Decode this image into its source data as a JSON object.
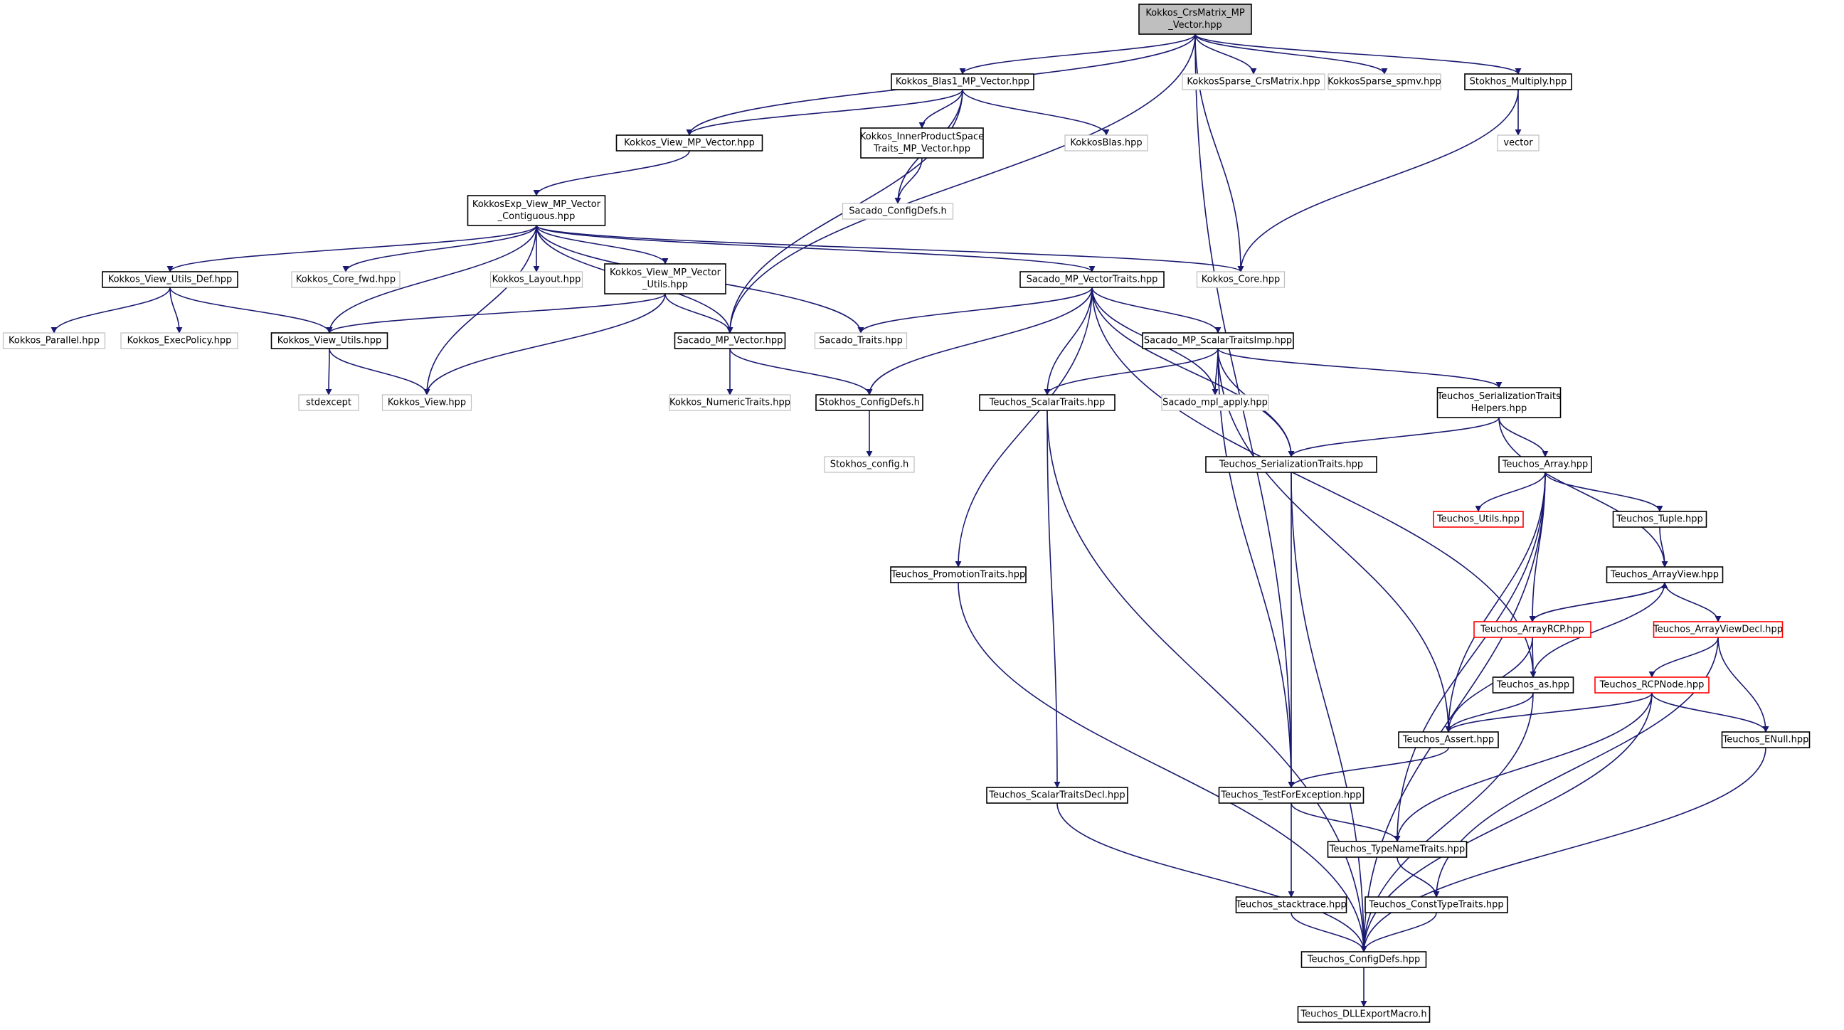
{
  "graph": {
    "edge_color": "#191970",
    "root_fill": "#bfbfbf",
    "missing_stroke": "#bfbfbf",
    "truncated_stroke": "#ff0000",
    "nodes": [
      {
        "id": "root",
        "lines": [
          "Kokkos_CrsMatrix_MP",
          "_Vector.hpp"
        ],
        "style": "root"
      },
      {
        "id": "blas1",
        "lines": [
          "Kokkos_Blas1_MP_Vector.hpp"
        ],
        "style": "black"
      },
      {
        "id": "ksCrs",
        "lines": [
          "KokkosSparse_CrsMatrix.hpp"
        ],
        "style": "gray"
      },
      {
        "id": "ksSpmv",
        "lines": [
          "KokkosSparse_spmv.hpp"
        ],
        "style": "gray"
      },
      {
        "id": "stokMult",
        "lines": [
          "Stokhos_Multiply.hpp"
        ],
        "style": "black"
      },
      {
        "id": "kvmp",
        "lines": [
          "Kokkos_View_MP_Vector.hpp"
        ],
        "style": "black"
      },
      {
        "id": "innerProd",
        "lines": [
          "Kokkos_InnerProductSpace",
          "Traits_MP_Vector.hpp"
        ],
        "style": "black"
      },
      {
        "id": "kokBlas",
        "lines": [
          "KokkosBlas.hpp"
        ],
        "style": "gray"
      },
      {
        "id": "vector",
        "lines": [
          "vector"
        ],
        "style": "gray"
      },
      {
        "id": "sacCfg",
        "lines": [
          "Sacado_ConfigDefs.h"
        ],
        "style": "gray"
      },
      {
        "id": "kexp",
        "lines": [
          "KokkosExp_View_MP_Vector",
          "_Contiguous.hpp"
        ],
        "style": "black"
      },
      {
        "id": "kvud",
        "lines": [
          "Kokkos_View_Utils_Def.hpp"
        ],
        "style": "black"
      },
      {
        "id": "kcfwd",
        "lines": [
          "Kokkos_Core_fwd.hpp"
        ],
        "style": "gray"
      },
      {
        "id": "klayout",
        "lines": [
          "Kokkos_Layout.hpp"
        ],
        "style": "gray"
      },
      {
        "id": "kvmpu",
        "lines": [
          "Kokkos_View_MP_Vector",
          "_Utils.hpp"
        ],
        "style": "black"
      },
      {
        "id": "smpvt",
        "lines": [
          "Sacado_MP_VectorTraits.hpp"
        ],
        "style": "black"
      },
      {
        "id": "kcore",
        "lines": [
          "Kokkos_Core.hpp"
        ],
        "style": "gray"
      },
      {
        "id": "kpar",
        "lines": [
          "Kokkos_Parallel.hpp"
        ],
        "style": "gray"
      },
      {
        "id": "kexecp",
        "lines": [
          "Kokkos_ExecPolicy.hpp"
        ],
        "style": "gray"
      },
      {
        "id": "kvu",
        "lines": [
          "Kokkos_View_Utils.hpp"
        ],
        "style": "black"
      },
      {
        "id": "smpv",
        "lines": [
          "Sacado_MP_Vector.hpp"
        ],
        "style": "black"
      },
      {
        "id": "sTraits",
        "lines": [
          "Sacado_Traits.hpp"
        ],
        "style": "gray"
      },
      {
        "id": "smpst",
        "lines": [
          "Sacado_MP_ScalarTraitsImp.hpp"
        ],
        "style": "black"
      },
      {
        "id": "stdexcept",
        "lines": [
          "stdexcept"
        ],
        "style": "gray"
      },
      {
        "id": "kview",
        "lines": [
          "Kokkos_View.hpp"
        ],
        "style": "gray"
      },
      {
        "id": "knt",
        "lines": [
          "Kokkos_NumericTraits.hpp"
        ],
        "style": "gray"
      },
      {
        "id": "stokCfg",
        "lines": [
          "Stokhos_ConfigDefs.h"
        ],
        "style": "black"
      },
      {
        "id": "tst",
        "lines": [
          "Teuchos_ScalarTraits.hpp"
        ],
        "style": "black"
      },
      {
        "id": "smpl",
        "lines": [
          "Sacado_mpl_apply.hpp"
        ],
        "style": "gray"
      },
      {
        "id": "tsth",
        "lines": [
          "Teuchos_SerializationTraits",
          "Helpers.hpp"
        ],
        "style": "black"
      },
      {
        "id": "stokConf",
        "lines": [
          "Stokhos_config.h"
        ],
        "style": "gray"
      },
      {
        "id": "tser",
        "lines": [
          "Teuchos_SerializationTraits.hpp"
        ],
        "style": "black"
      },
      {
        "id": "tarr",
        "lines": [
          "Teuchos_Array.hpp"
        ],
        "style": "black"
      },
      {
        "id": "tutils",
        "lines": [
          "Teuchos_Utils.hpp"
        ],
        "style": "red"
      },
      {
        "id": "ttuple",
        "lines": [
          "Teuchos_Tuple.hpp"
        ],
        "style": "black"
      },
      {
        "id": "tpromo",
        "lines": [
          "Teuchos_PromotionTraits.hpp"
        ],
        "style": "black"
      },
      {
        "id": "tav",
        "lines": [
          "Teuchos_ArrayView.hpp"
        ],
        "style": "black"
      },
      {
        "id": "tarcp",
        "lines": [
          "Teuchos_ArrayRCP.hpp"
        ],
        "style": "red"
      },
      {
        "id": "tavd",
        "lines": [
          "Teuchos_ArrayViewDecl.hpp"
        ],
        "style": "red"
      },
      {
        "id": "tas",
        "lines": [
          "Teuchos_as.hpp"
        ],
        "style": "black"
      },
      {
        "id": "trcpn",
        "lines": [
          "Teuchos_RCPNode.hpp"
        ],
        "style": "red"
      },
      {
        "id": "tassert",
        "lines": [
          "Teuchos_Assert.hpp"
        ],
        "style": "black"
      },
      {
        "id": "tenull",
        "lines": [
          "Teuchos_ENull.hpp"
        ],
        "style": "black"
      },
      {
        "id": "tstd",
        "lines": [
          "Teuchos_ScalarTraitsDecl.hpp"
        ],
        "style": "black"
      },
      {
        "id": "ttfe",
        "lines": [
          "Teuchos_TestForException.hpp"
        ],
        "style": "black"
      },
      {
        "id": "ttn",
        "lines": [
          "Teuchos_TypeNameTraits.hpp"
        ],
        "style": "black"
      },
      {
        "id": "tstack",
        "lines": [
          "Teuchos_stacktrace.hpp"
        ],
        "style": "black"
      },
      {
        "id": "tctt",
        "lines": [
          "Teuchos_ConstTypeTraits.hpp"
        ],
        "style": "black"
      },
      {
        "id": "tcfg",
        "lines": [
          "Teuchos_ConfigDefs.hpp"
        ],
        "style": "black"
      },
      {
        "id": "tdll",
        "lines": [
          "Teuchos_DLLExportMacro.h"
        ],
        "style": "black"
      }
    ],
    "edges": [
      [
        "root",
        "kvmp"
      ],
      [
        "root",
        "blas1"
      ],
      [
        "root",
        "ksCrs"
      ],
      [
        "root",
        "ksSpmv"
      ],
      [
        "root",
        "stokMult"
      ],
      [
        "root",
        "kcore"
      ],
      [
        "root",
        "smpv"
      ],
      [
        "root",
        "ttfe"
      ],
      [
        "blas1",
        "kvmp"
      ],
      [
        "blas1",
        "innerProd"
      ],
      [
        "blas1",
        "kokBlas"
      ],
      [
        "blas1",
        "sacCfg"
      ],
      [
        "blas1",
        "smpv"
      ],
      [
        "innerProd",
        "sacCfg"
      ],
      [
        "stokMult",
        "vector"
      ],
      [
        "stokMult",
        "kcore"
      ],
      [
        "kvmp",
        "kexp"
      ],
      [
        "kexp",
        "kvud"
      ],
      [
        "kexp",
        "kcfwd"
      ],
      [
        "kexp",
        "klayout"
      ],
      [
        "kexp",
        "kvmpu"
      ],
      [
        "kexp",
        "smpvt"
      ],
      [
        "kexp",
        "kcore"
      ],
      [
        "kexp",
        "kvu"
      ],
      [
        "kexp",
        "kview"
      ],
      [
        "kexp",
        "smpv"
      ],
      [
        "kexp",
        "sTraits"
      ],
      [
        "kvud",
        "kpar"
      ],
      [
        "kvud",
        "kexecp"
      ],
      [
        "kvud",
        "kvu"
      ],
      [
        "kvmpu",
        "kvu"
      ],
      [
        "kvmpu",
        "smpv"
      ],
      [
        "kvmpu",
        "kview"
      ],
      [
        "kvu",
        "stdexcept"
      ],
      [
        "kvu",
        "kview"
      ],
      [
        "smpv",
        "knt"
      ],
      [
        "smpv",
        "stokCfg"
      ],
      [
        "stokCfg",
        "stokConf"
      ],
      [
        "smpvt",
        "sTraits"
      ],
      [
        "smpvt",
        "smpst"
      ],
      [
        "smpvt",
        "stokCfg"
      ],
      [
        "smpvt",
        "tst"
      ],
      [
        "smpvt",
        "smpl"
      ],
      [
        "smpvt",
        "tpromo"
      ],
      [
        "smpvt",
        "tser"
      ],
      [
        "smpvt",
        "tas"
      ],
      [
        "smpst",
        "tst"
      ],
      [
        "smpst",
        "smpl"
      ],
      [
        "smpst",
        "tsth"
      ],
      [
        "smpst",
        "tser"
      ],
      [
        "smpst",
        "ttfe"
      ],
      [
        "smpst",
        "tassert"
      ],
      [
        "tsth",
        "tser"
      ],
      [
        "tsth",
        "tarr"
      ],
      [
        "tsth",
        "tav"
      ],
      [
        "tst",
        "tstd"
      ],
      [
        "tst",
        "tcfg"
      ],
      [
        "tpromo",
        "tcfg"
      ],
      [
        "tser",
        "ttfe"
      ],
      [
        "tser",
        "tcfg"
      ],
      [
        "tarr",
        "tutils"
      ],
      [
        "tarr",
        "ttuple"
      ],
      [
        "tarr",
        "tarcp"
      ],
      [
        "tarr",
        "tassert"
      ],
      [
        "tarr",
        "ttn"
      ],
      [
        "tarr",
        "tcfg"
      ],
      [
        "ttuple",
        "tav"
      ],
      [
        "tav",
        "tarcp"
      ],
      [
        "tav",
        "tavd"
      ],
      [
        "tav",
        "tas"
      ],
      [
        "tarcp",
        "tav"
      ],
      [
        "tarcp",
        "tas"
      ],
      [
        "tarcp",
        "tassert"
      ],
      [
        "tavd",
        "trcpn"
      ],
      [
        "tavd",
        "tenull"
      ],
      [
        "tavd",
        "tctt"
      ],
      [
        "tas",
        "tassert"
      ],
      [
        "tas",
        "tcfg"
      ],
      [
        "trcpn",
        "tassert"
      ],
      [
        "trcpn",
        "tenull"
      ],
      [
        "trcpn",
        "ttn"
      ],
      [
        "trcpn",
        "tcfg"
      ],
      [
        "tassert",
        "ttfe"
      ],
      [
        "tenull",
        "tcfg"
      ],
      [
        "tstd",
        "tcfg"
      ],
      [
        "ttfe",
        "ttn"
      ],
      [
        "ttfe",
        "tstack"
      ],
      [
        "ttn",
        "tctt"
      ],
      [
        "tstack",
        "tcfg"
      ],
      [
        "tctt",
        "tcfg"
      ],
      [
        "tcfg",
        "tdll"
      ]
    ]
  }
}
